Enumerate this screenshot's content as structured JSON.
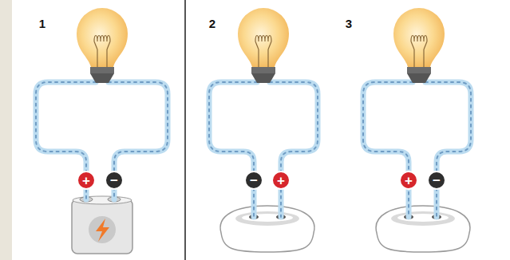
{
  "diagram": {
    "labels": [
      "1",
      "2",
      "3",
      "+",
      "−",
      "−",
      "+",
      "+",
      "−"
    ]
  }
}
